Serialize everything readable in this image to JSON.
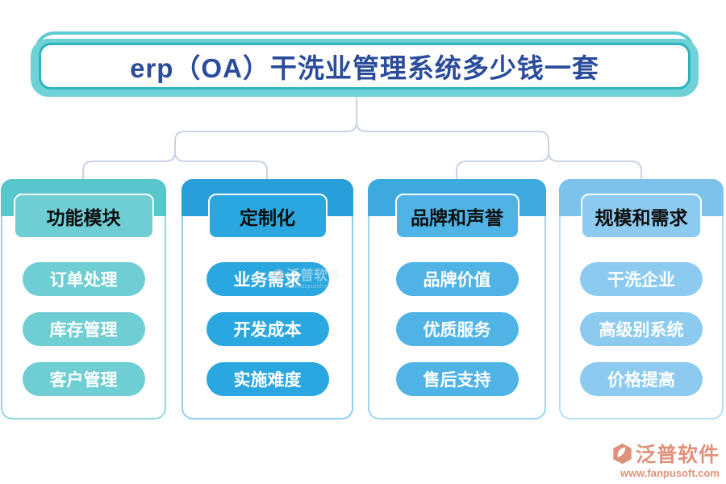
{
  "title": "erp（OA）干洗业管理系统多少钱一套",
  "theme": {
    "title_text_color": "#2A4C9B",
    "title_fill_color": "#6FD2D7",
    "title_border_color": "#5ECBD2",
    "title_inner_border_color": "#2FB3BF",
    "connector_color": "#C9D2E6"
  },
  "columns": [
    {
      "header": "功能模块",
      "band_color": "#58C6CD",
      "node_color": "#6FCDD4",
      "border_color": "#8FD8DD",
      "items": [
        "订单处理",
        "库存管理",
        "客户管理"
      ]
    },
    {
      "header": "定制化",
      "band_color": "#289FD9",
      "node_color": "#2BA7E0",
      "border_color": "#8CCFF0",
      "items": [
        "业务需求",
        "开发成本",
        "实施难度"
      ]
    },
    {
      "header": "品牌和声誉",
      "band_color": "#3CAADF",
      "node_color": "#4FB3E6",
      "border_color": "#9BD6F2",
      "items": [
        "品牌价值",
        "优质服务",
        "售后支持"
      ]
    },
    {
      "header": "规模和需求",
      "band_color": "#7CC2EA",
      "node_color": "#8CCBEF",
      "border_color": "#B6DFF5",
      "items": [
        "干洗企业",
        "高级别系统",
        "价格提高"
      ]
    }
  ],
  "watermark": {
    "brand": "泛普软件",
    "url": "www.fanpusoft.com",
    "color": "#DC8970"
  },
  "center_watermark": {
    "brand": "泛普软件",
    "url": "www.fanpusoft.com"
  }
}
